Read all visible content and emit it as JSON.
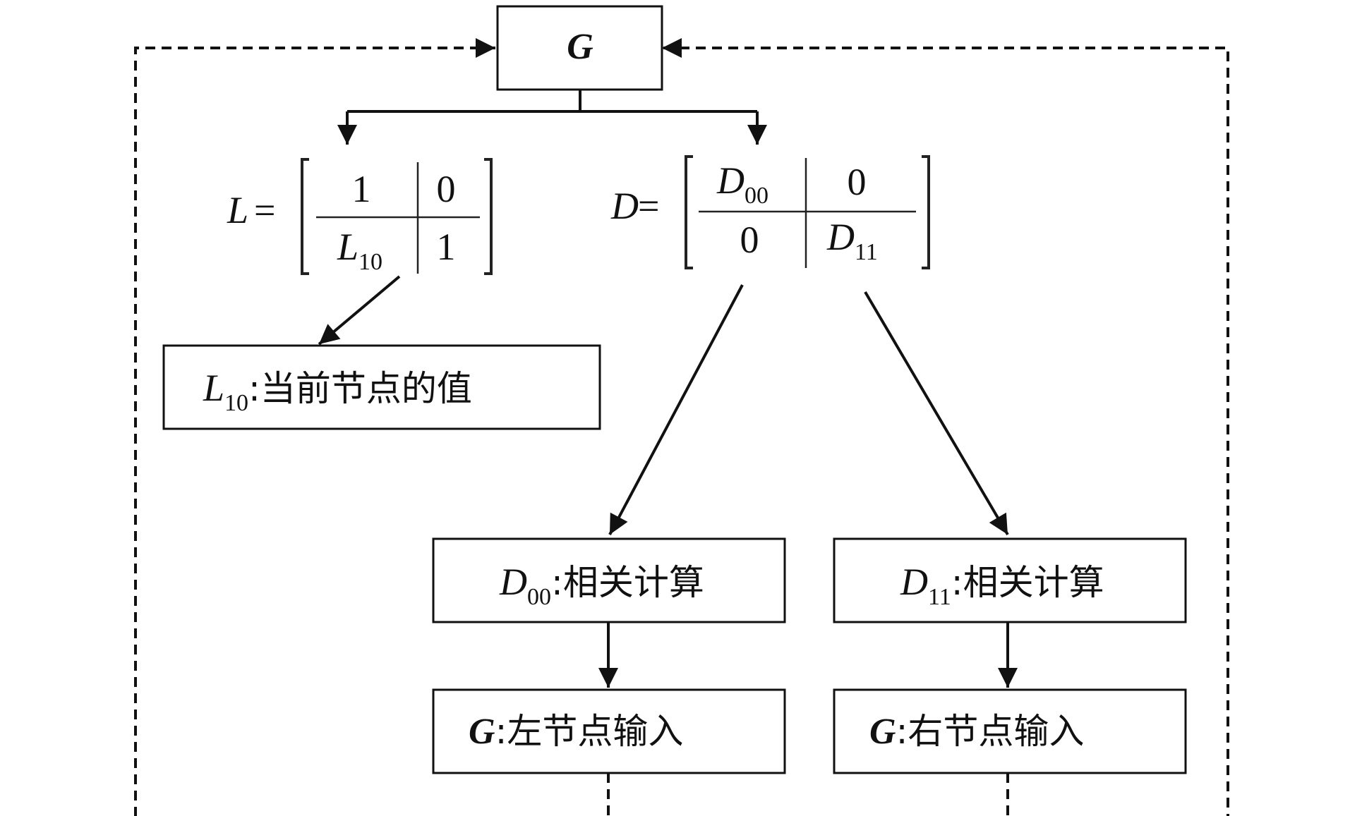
{
  "diagram": {
    "root": {
      "label": "G"
    },
    "matrix_L": {
      "lhs_symbol": "L",
      "equals": "=",
      "cell_00": "1",
      "cell_01": "0",
      "cell_10_symbol": "L",
      "cell_10_subscript": "10",
      "cell_11": "1"
    },
    "matrix_D": {
      "lhs_symbol": "D",
      "equals": "=",
      "cell_00_symbol": "D",
      "cell_00_subscript": "00",
      "cell_01": "0",
      "cell_10": "0",
      "cell_11_symbol": "D",
      "cell_11_subscript": "11"
    },
    "node_L10": {
      "symbol": "L",
      "subscript": "10",
      "text": ":当前节点的值"
    },
    "node_D00": {
      "symbol": "D",
      "subscript": "00",
      "text": ":相关计算"
    },
    "node_D11": {
      "symbol": "D",
      "subscript": "11",
      "text": ":相关计算"
    },
    "node_left_input": {
      "symbol": "G",
      "text": ":左节点输入"
    },
    "node_right_input": {
      "symbol": "G",
      "text": ":右节点输入"
    },
    "colors": {
      "stroke": "#111111",
      "background": "#ffffff"
    }
  }
}
